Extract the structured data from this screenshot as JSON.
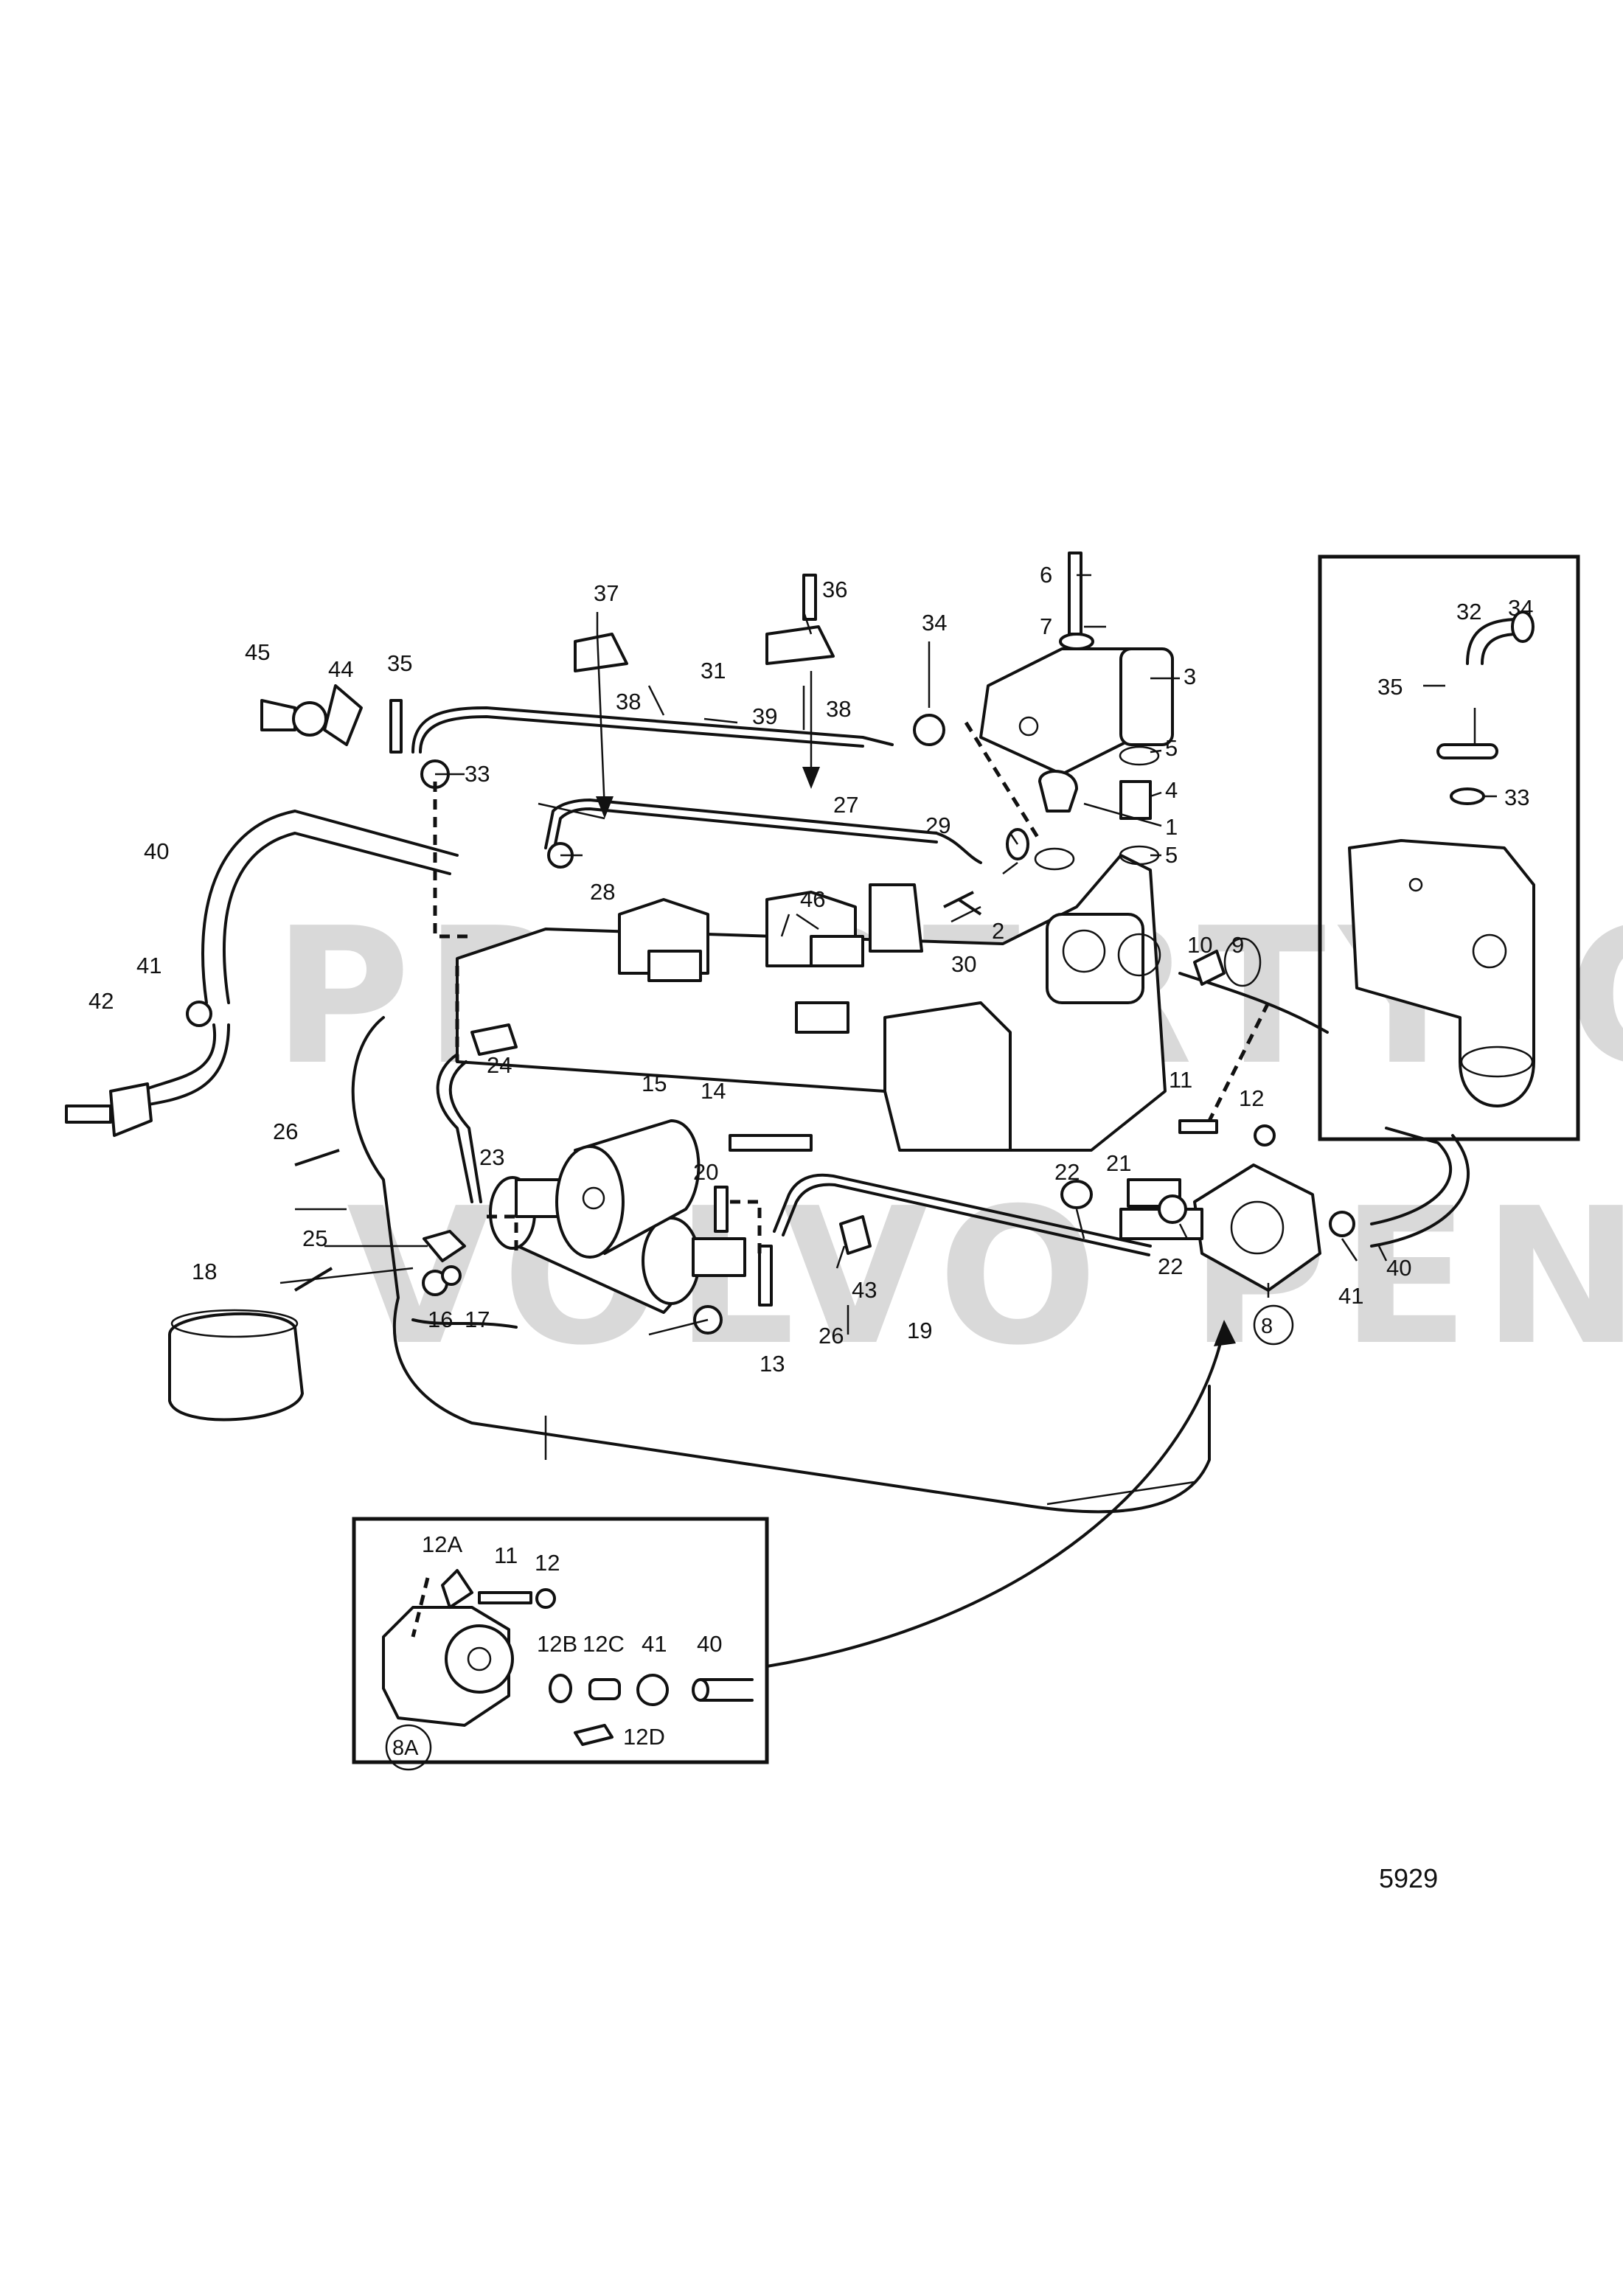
{
  "watermark": {
    "line1": "PROPERTY OF",
    "line2": "VOLVO PENTA",
    "color": "#8a8a8a"
  },
  "reference_number": "5929",
  "callouts": [
    "1",
    "2",
    "3",
    "4",
    "5",
    "5",
    "6",
    "7",
    "8",
    "9",
    "10",
    "11",
    "12",
    "13",
    "14",
    "15",
    "16",
    "17",
    "18",
    "19",
    "20",
    "21",
    "22",
    "22",
    "23",
    "24",
    "25",
    "26",
    "26",
    "27",
    "28",
    "29",
    "30",
    "31",
    "33",
    "34",
    "35",
    "36",
    "37",
    "38",
    "38",
    "39",
    "40",
    "40",
    "41",
    "41",
    "42",
    "43",
    "44",
    "45",
    "46"
  ],
  "inset_top_right": {
    "callouts": [
      "32",
      "34",
      "35",
      "33"
    ]
  },
  "inset_bottom_left": {
    "callouts": [
      "12A",
      "11",
      "12",
      "12B",
      "12C",
      "41",
      "40",
      "12D",
      "8A"
    ]
  },
  "circled_callouts": [
    "8",
    "8A"
  ]
}
